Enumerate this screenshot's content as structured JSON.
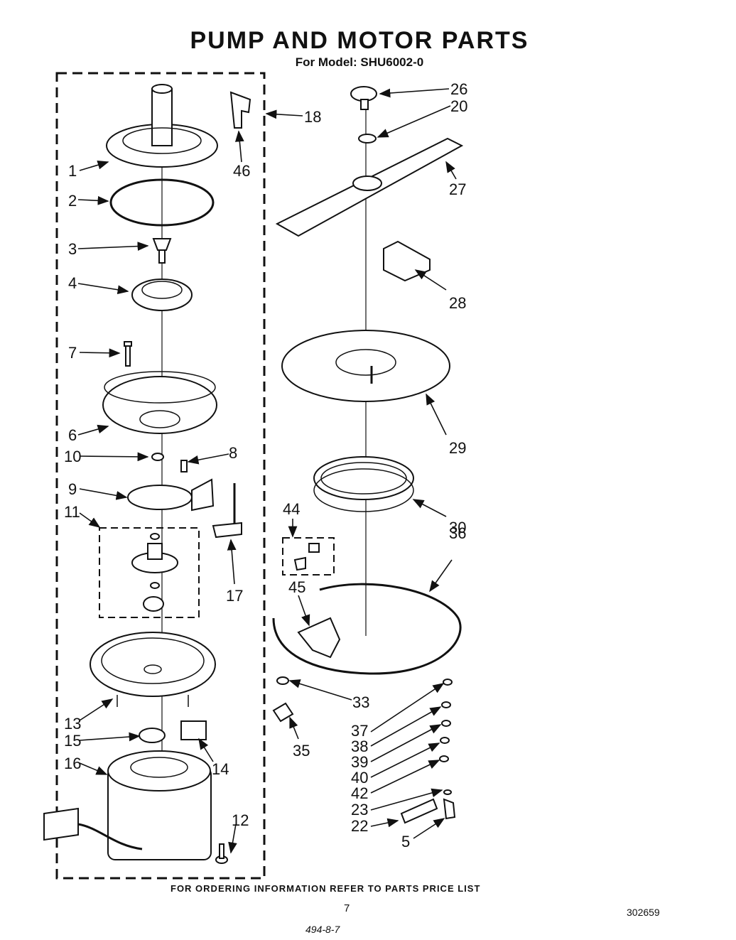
{
  "title": "PUMP AND MOTOR PARTS",
  "model": "For Model: SHU6002-0",
  "footer": "FOR ORDERING INFORMATION REFER TO PARTS PRICE LIST",
  "page_number": "7",
  "doc_number": "302659",
  "handwritten": "494-8-7",
  "callouts": [
    "1",
    "2",
    "3",
    "4",
    "7",
    "6",
    "10",
    "8",
    "9",
    "11",
    "17",
    "13",
    "15",
    "14",
    "16",
    "12",
    "46",
    "18",
    "26",
    "20",
    "27",
    "28",
    "29",
    "30",
    "44",
    "36",
    "45",
    "33",
    "35",
    "37",
    "38",
    "39",
    "40",
    "42",
    "23",
    "22",
    "5"
  ]
}
